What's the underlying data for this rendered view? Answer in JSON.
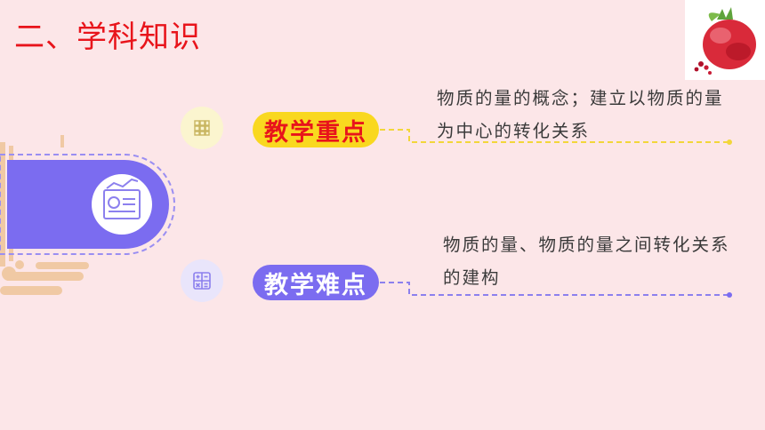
{
  "title": "二、学科知识",
  "key_point": {
    "label": "教学重点",
    "text": "物质的量的概念；建立以物质的量为中心的转化关系"
  },
  "difficult_point": {
    "label": "教学难点",
    "text": "物质的量、物质的量之间转化关系的建构"
  },
  "colors": {
    "background": "#fce6e8",
    "title": "#e8141b",
    "accent_yellow": "#f9d81f",
    "accent_purple": "#7b6cf0",
    "deco": "#f0c9a4"
  },
  "icons": {
    "center": "chart-report-icon",
    "key_point": "cube-icon",
    "difficult_point": "calculator-icon",
    "corner": "pomegranate-image"
  }
}
